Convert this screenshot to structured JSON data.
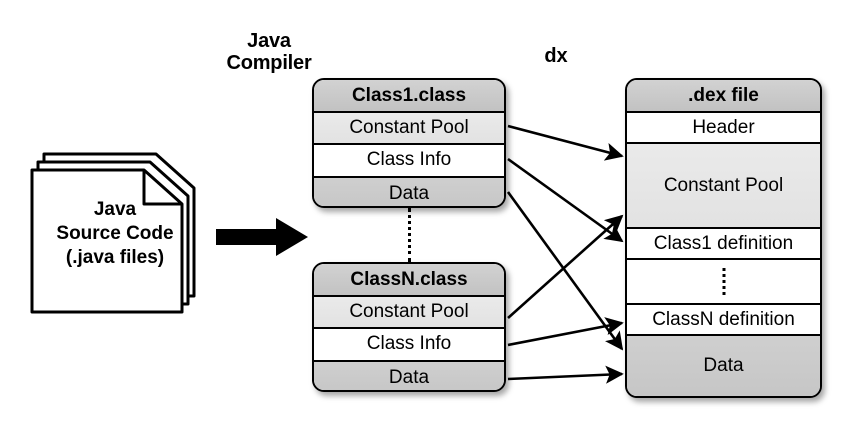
{
  "diagram": {
    "title": "Java source to .dex compilation pipeline",
    "labels": {
      "java_compiler": "Java\nCompiler",
      "dx": "dx"
    },
    "source_document": {
      "name": "java-source-code-stack",
      "text": "Java\nSource Code\n(.java files)"
    },
    "class_boxes": [
      {
        "id": "class1",
        "header": "Class1.class",
        "rows": [
          {
            "label": "Constant Pool",
            "fill": "lgray"
          },
          {
            "label": "Class Info",
            "fill": "white"
          },
          {
            "label": "Data",
            "fill": "gray"
          }
        ]
      },
      {
        "id": "classn",
        "header": "ClassN.class",
        "rows": [
          {
            "label": "Constant Pool",
            "fill": "lgray"
          },
          {
            "label": "Class Info",
            "fill": "white"
          },
          {
            "label": "Data",
            "fill": "gray"
          }
        ]
      }
    ],
    "dex_box": {
      "header": ".dex file",
      "rows": [
        {
          "label": "Header",
          "fill": "white"
        },
        {
          "label": "Constant Pool",
          "fill": "lgray"
        },
        {
          "label": "Class1 definition",
          "fill": "white"
        },
        {
          "label": "",
          "fill": "dots"
        },
        {
          "label": "ClassN definition",
          "fill": "white"
        },
        {
          "label": "Data",
          "fill": "gray"
        }
      ]
    },
    "colors": {
      "stroke": "#000000",
      "header_fill": "#c8c8c8",
      "gray_fill": "#cacaca",
      "light_gray_fill": "#e6e6e6",
      "white_fill": "#ffffff",
      "background": "#ffffff"
    },
    "connectors": {
      "compile_arrow": "Java Source Code to Class files (javac)",
      "mapping_arrows": [
        "Class1.class Constant Pool to .dex Constant Pool",
        "Class1.class Class Info to .dex Class1 definition",
        "Class1.class Data to .dex Data",
        "ClassN.class Constant Pool to .dex Constant Pool",
        "ClassN.class Class Info to .dex ClassN definition",
        "ClassN.class Data to .dex Data"
      ]
    }
  }
}
